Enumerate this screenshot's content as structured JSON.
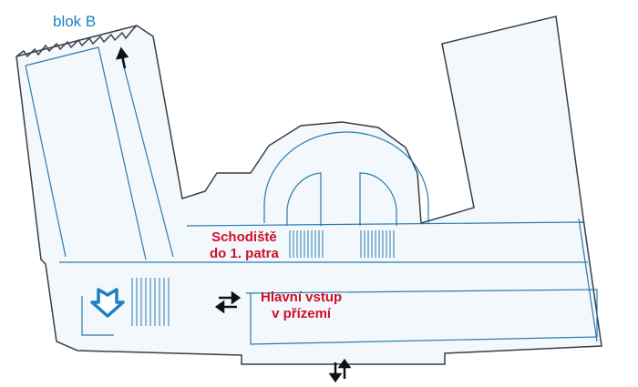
{
  "map": {
    "block_label": "blok B",
    "stairs_label_line1": "Schodiště",
    "stairs_label_line2": "do 1. patra",
    "entrance_label_line1": "Hlavní vstup",
    "entrance_label_line2": "v přízemí",
    "icons": [
      "metro-icon",
      "arrow-up-icon",
      "bidirectional-arrows-icon",
      "updown-arrows-icon",
      "stairs-icon"
    ]
  },
  "colors": {
    "wall": "#3a3f47",
    "inner_line": "#2a7bb0",
    "floor": "#f2f8fc",
    "label_red": "#d0102a",
    "accent_blue": "#1f7fc0"
  }
}
